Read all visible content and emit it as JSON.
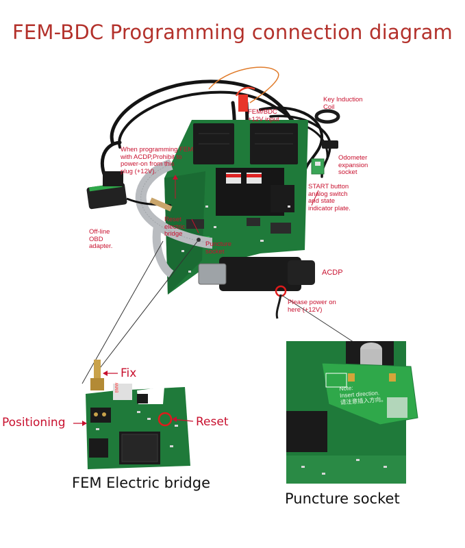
{
  "title": "FEM-BDC Programming connection diagram",
  "labels": {
    "fem_bdc_input": "FEM/BDC\n+12V input",
    "key_coil": "Key Induction\nCoil",
    "odometer": "Odometer\nexpansion\nsocket",
    "start_button": "START button\nanalog switch\nand state\nindicator plate.",
    "when_programming": "When programming FEM\nwith ACDP,Prohibit to\npower-on from this\nplug (+12V).",
    "reset_bridge": "Reset\nelectric\nbridge",
    "offline_obd": "Off-line\nOBD\nadapter.",
    "puncture_small": "Puncture\nsocket",
    "acdp": "ACDP",
    "power_here": "Please power on\nhere (+12V)",
    "chip_mark": "BMW"
  },
  "bridge_detail": {
    "fix": "Fix",
    "positioning": "Positioning",
    "reset": "Reset",
    "caption": "FEM Electric bridge"
  },
  "socket_detail": {
    "note": "Note:\nInsert direction.\n请注意插入方向。",
    "caption": "Puncture socket"
  },
  "colors": {
    "title": "#b3312b",
    "label_red": "#c8102e",
    "pcb_green": "#1f7a3a",
    "pcb_dark": "#145c2a",
    "connector_black": "#1b1b1b",
    "cable_grey": "#b9bcc0",
    "socket_green": "#2fa84a"
  }
}
